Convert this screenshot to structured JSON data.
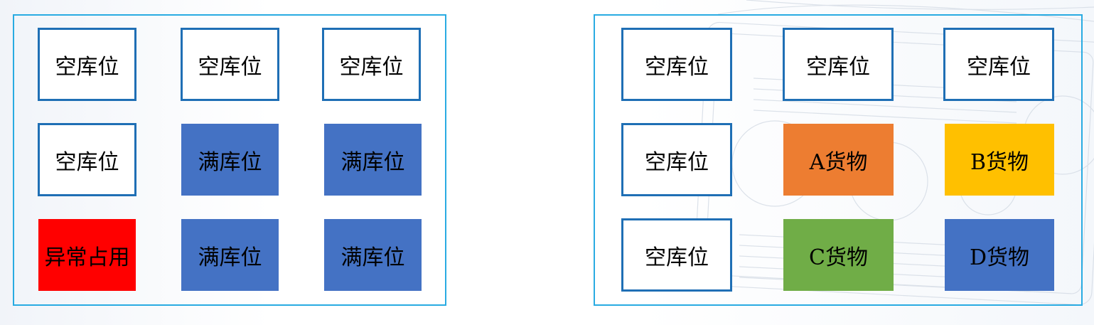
{
  "colors": {
    "panel_border": "#29abe2",
    "empty_border": "#1f6fb5",
    "full": "#4472c4",
    "abnormal": "#ff0000",
    "goods_a": "#ed7d31",
    "goods_b": "#ffc000",
    "goods_c": "#70ad47",
    "goods_d": "#4472c4"
  },
  "left_panel": {
    "slots": [
      {
        "label": "空库位",
        "status": "empty"
      },
      {
        "label": "空库位",
        "status": "empty"
      },
      {
        "label": "空库位",
        "status": "empty"
      },
      {
        "label": "空库位",
        "status": "empty"
      },
      {
        "label": "满库位",
        "status": "full"
      },
      {
        "label": "满库位",
        "status": "full"
      },
      {
        "label": "异常占用",
        "status": "abnormal"
      },
      {
        "label": "满库位",
        "status": "full"
      },
      {
        "label": "满库位",
        "status": "full"
      }
    ]
  },
  "right_panel": {
    "slots": [
      {
        "label": "空库位",
        "status": "empty"
      },
      {
        "label": "空库位",
        "status": "empty"
      },
      {
        "label": "空库位",
        "status": "empty"
      },
      {
        "label": "空库位",
        "status": "empty"
      },
      {
        "label": "A货物",
        "status": "goods_a"
      },
      {
        "label": "B货物",
        "status": "goods_b"
      },
      {
        "label": "空库位",
        "status": "empty"
      },
      {
        "label": "C货物",
        "status": "goods_c"
      },
      {
        "label": "D货物",
        "status": "goods_d"
      }
    ]
  }
}
